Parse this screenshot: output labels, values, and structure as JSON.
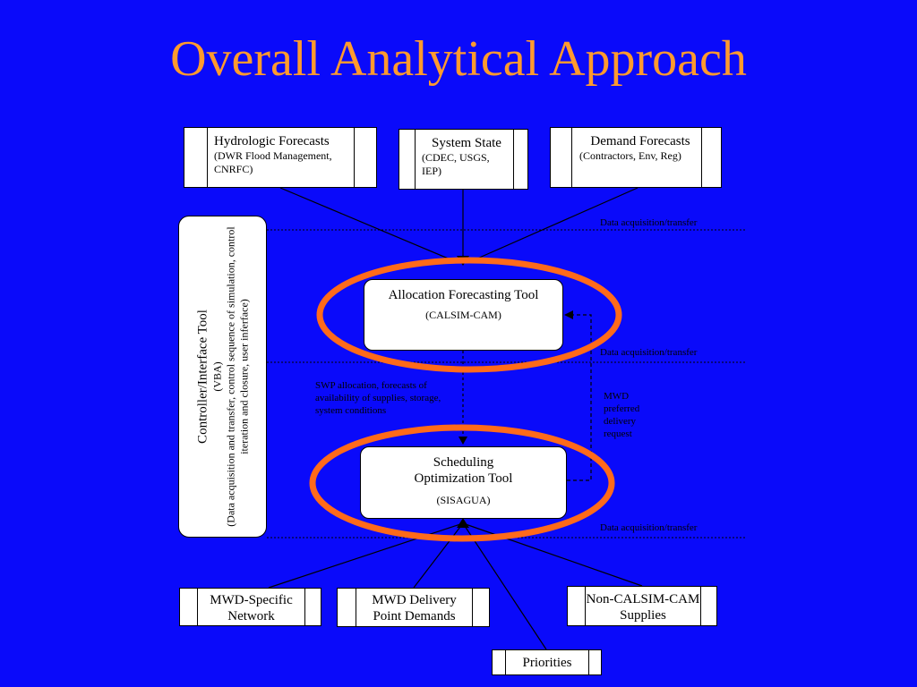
{
  "title": "Overall Analytical Approach",
  "colors": {
    "background": "#0a0afa",
    "title": "#ff9a2e",
    "highlight_ring": "#ff6a1a",
    "box": "#ffffff",
    "line": "#000000"
  },
  "inputs": {
    "hydrologic": {
      "title": "Hydrologic Forecasts",
      "detail": "(DWR Flood Management, CNRFC)"
    },
    "system_state": {
      "title": "System State",
      "detail": "(CDEC, USGS, IEP)"
    },
    "demand": {
      "title": "Demand Forecasts",
      "detail": "(Contractors, Env, Reg)"
    }
  },
  "controller": {
    "title": "Controller/Interface Tool",
    "tech": "(VBA)",
    "detail": "(Data acquisition and transfer, control sequence of simulation, control iteration and closure, user inferface)"
  },
  "allocation_tool": {
    "title": "Allocation Forecasting Tool",
    "subtitle": "(CALSIM-CAM)"
  },
  "scheduling_tool": {
    "title": "Scheduling Optimization Tool",
    "subtitle": "(SISAGUA)"
  },
  "labels": {
    "data_acq_1": "Data acquisition/transfer",
    "data_acq_2": "Data acquisition/transfer",
    "data_acq_3": "Data acquisition/transfer",
    "swp_note": "SWP allocation, forecasts of availability of supplies, storage, system conditions",
    "mwd_note": "MWD preferred delivery request"
  },
  "outputs": {
    "network": "MWD-Specific Network",
    "delivery": "MWD Delivery Point Demands",
    "supplies": "Non-CALSIM-CAM Supplies",
    "priorities": "Priorities"
  }
}
